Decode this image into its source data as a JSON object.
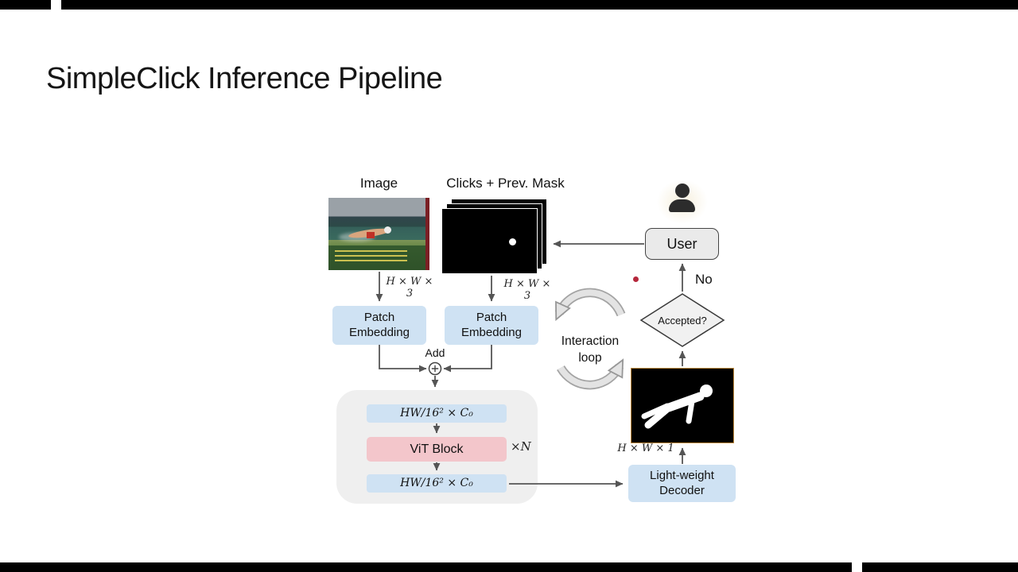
{
  "slide": {
    "title": "SimpleClick Inference Pipeline"
  },
  "diagram": {
    "image_label": "Image",
    "clicks_label": "Clicks + Prev. Mask",
    "image_dim": "H × W × 3",
    "clicks_dim": "H × W × 3",
    "patch_embed_left": "Patch\nEmbedding",
    "patch_embed_right": "Patch\nEmbedding",
    "add_label": "Add",
    "tokens_in": "HW/16² × C₀",
    "vit_block": "ViT Block",
    "vit_repeat": "×N",
    "tokens_out": "HW/16² × C₀",
    "decoder": "Light-weight\nDecoder",
    "mask_dim": "H × W × 1",
    "interaction_loop": "Interaction\nloop",
    "decision": "Accepted?",
    "no_label": "No",
    "user_label": "User"
  },
  "colors": {
    "accent_blue": "#cfe2f3",
    "accent_pink": "#f3c6cb",
    "container_gray": "#efefef",
    "node_gray": "#eaeaea",
    "ink": "#121212",
    "arrow": "#555555",
    "mask_border": "#c08a3e",
    "dot_red": "#b5283c"
  }
}
